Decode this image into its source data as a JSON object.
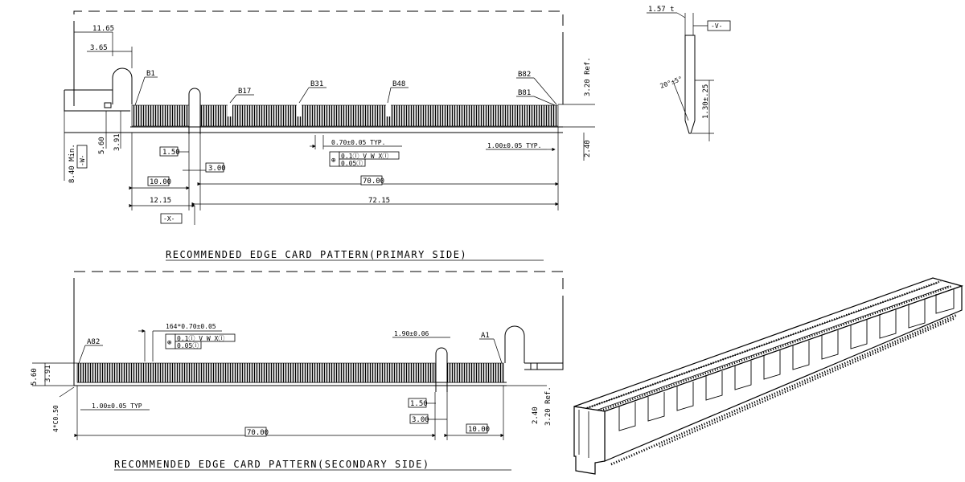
{
  "primary": {
    "title": "RECOMMENDED EDGE CARD PATTERN(PRIMARY SIDE)",
    "pins": [
      "B1",
      "B17",
      "B31",
      "B48",
      "B82",
      "B81"
    ],
    "dims": {
      "d1165": "11.65",
      "d365": "3.65",
      "d560": "5.60",
      "d391": "3.91",
      "d840": "8.40 Min.",
      "datumW": "-W-",
      "d150": "1.50",
      "d300": "3.00",
      "d1000": "10.00",
      "d1215": "12.15",
      "datumX": "-X-",
      "d7000": "70.00",
      "d7215": "72.15",
      "d070": "0.70±0.05 TYP.",
      "d100": "1.00±0.05 TYP.",
      "d320": "3.20 Ref.",
      "d240": "2.40"
    },
    "fcf": {
      "sym": "⊕",
      "row1": "0.1ⓛ V W Xⓛ",
      "row2": "0.05ⓛ"
    }
  },
  "secondary": {
    "title": "RECOMMENDED EDGE CARD PATTERN(SECONDARY SIDE)",
    "pins": [
      "A82",
      "A1"
    ],
    "dims": {
      "d164": "164*0.70±0.05",
      "d190": "1.90±0.06",
      "d560": "5.60",
      "d391": "3.91",
      "dC050": "4*C0.50",
      "d100": "1.00±0.05 TYP",
      "d150": "1.50",
      "d300": "3.00",
      "d7000": "70.00",
      "d1000": "10.00",
      "d240": "2.40",
      "d320": "3.20 Ref."
    },
    "fcf": {
      "sym": "⊕",
      "row1": "0.1ⓛ V W Xⓛ",
      "row2": "0.05ⓛ"
    }
  },
  "side": {
    "d157": "1.57 t",
    "datumV": "-V-",
    "angle": "20°±5°",
    "d130": "1.30±.25"
  }
}
